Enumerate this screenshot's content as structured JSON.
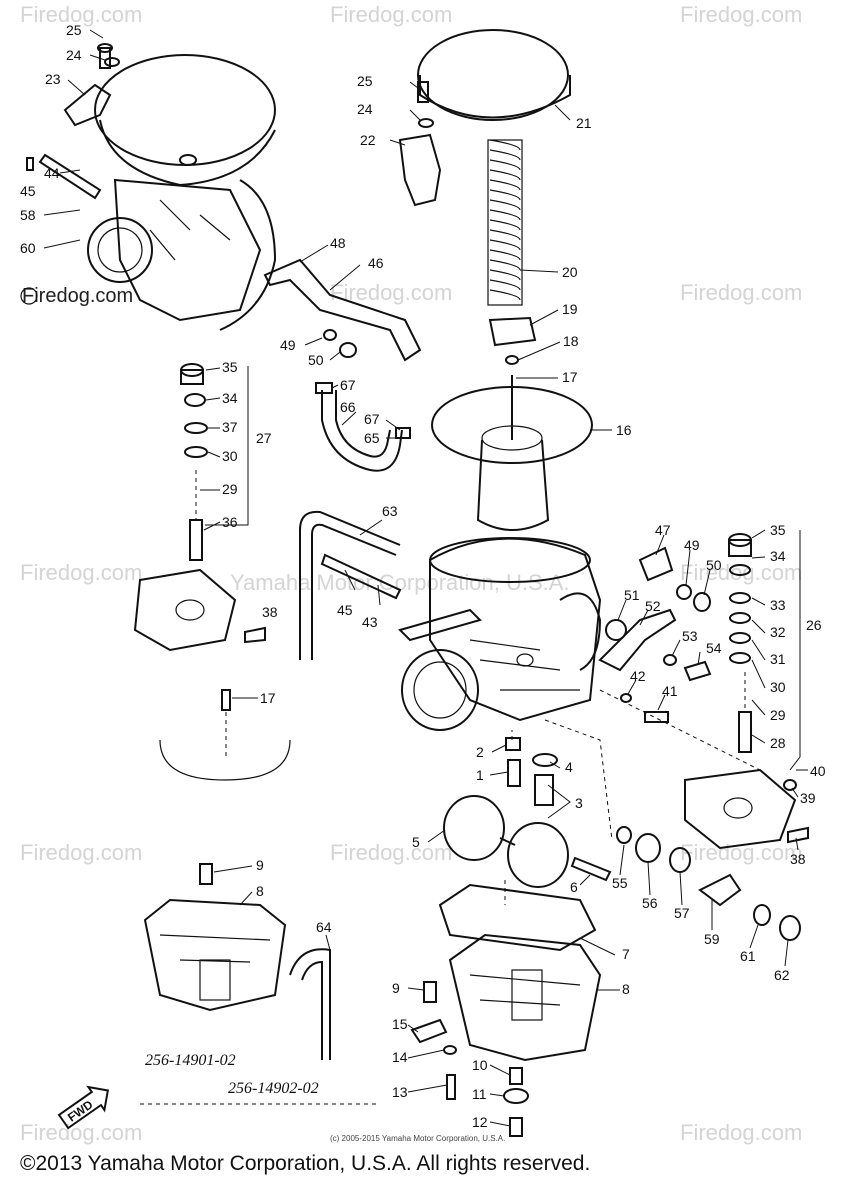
{
  "watermark": "Firedog.com",
  "watermark_corporate": "Yamaha Motor Corporation, U.S.A.",
  "copyright_small": "(c) 2005-2015 Yamaha Motor Corporation, U.S.A.",
  "copyright_footer": "©2013 Yamaha Motor Corporation, U.S.A. All rights reserved.",
  "part_numbers": [
    "256-14901-02",
    "256-14902-02"
  ],
  "fwd_label": "FWD",
  "callouts": [
    "25",
    "24",
    "23",
    "44",
    "45",
    "58",
    "60",
    "48",
    "46",
    "49",
    "50",
    "35",
    "34",
    "37",
    "27",
    "30",
    "29",
    "36",
    "38",
    "17",
    "25",
    "24",
    "22",
    "21",
    "20",
    "19",
    "18",
    "17",
    "16",
    "67",
    "66",
    "67",
    "65",
    "63",
    "45",
    "43",
    "47",
    "49",
    "50",
    "51",
    "52",
    "53",
    "54",
    "42",
    "41",
    "35",
    "34",
    "33",
    "32",
    "26",
    "31",
    "30",
    "29",
    "28",
    "40",
    "39",
    "38",
    "2",
    "4",
    "1",
    "3",
    "5",
    "6",
    "55",
    "56",
    "57",
    "59",
    "61",
    "62",
    "9",
    "8",
    "64",
    "7",
    "8",
    "9",
    "15",
    "14",
    "13",
    "10",
    "11",
    "12"
  ]
}
